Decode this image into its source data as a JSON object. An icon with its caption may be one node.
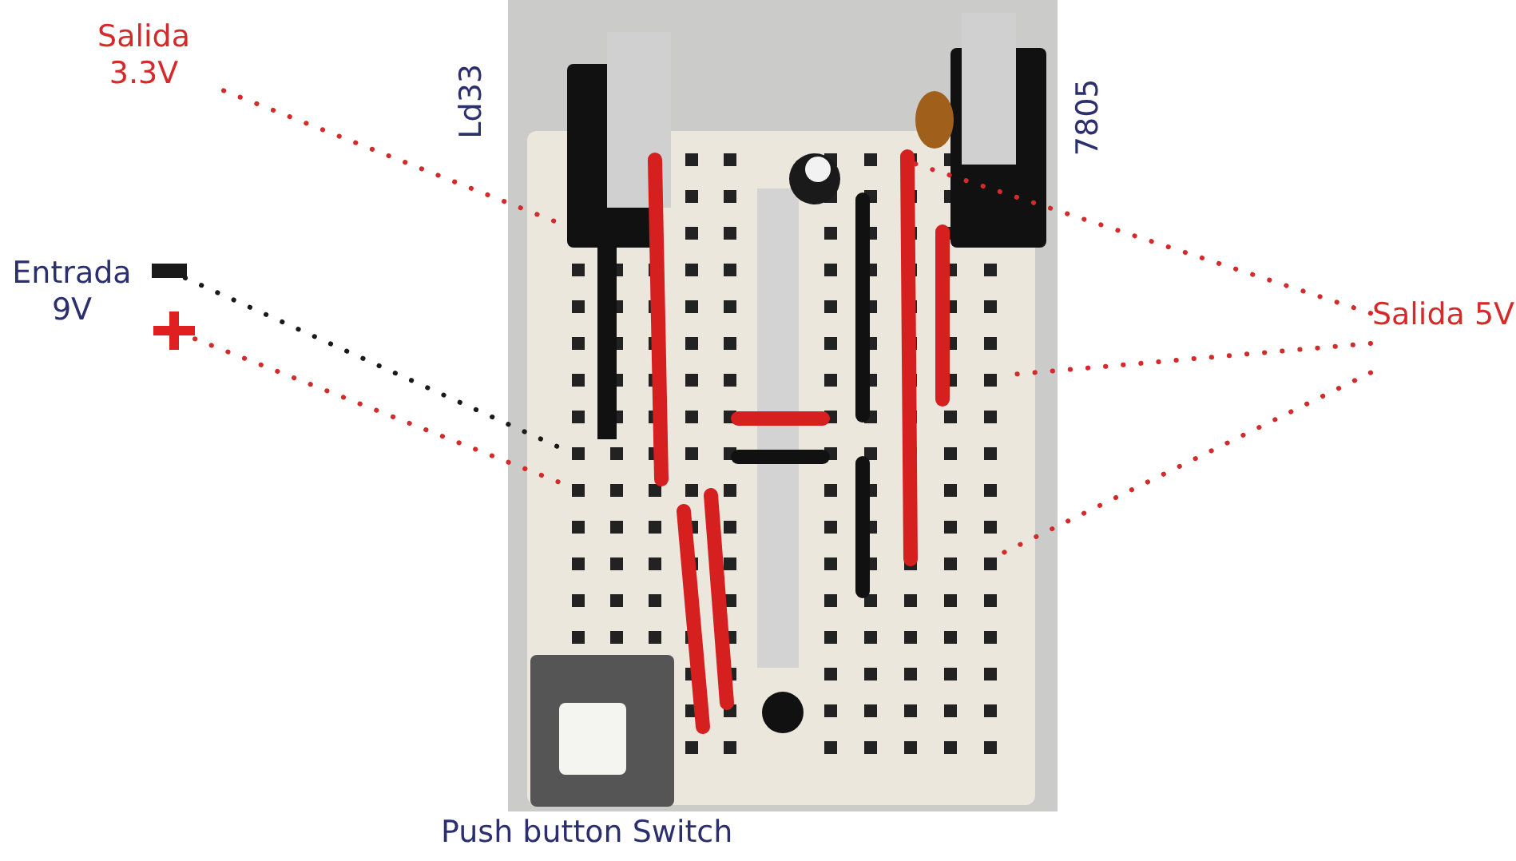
{
  "diagram": {
    "nodes": [
      {
        "text": [
          "Salida 3.3V"
        ]
      },
      {
        "text": [],
        "shape": "bar"
      },
      {
        "text": [],
        "shape": "cross"
      },
      {
        "text": [
          "Salida 5V"
        ]
      }
    ],
    "edges": [
      {
        "from": 0,
        "to": null,
        "arrow": "none",
        "style": "dashed"
      },
      {
        "from": 1,
        "to": null,
        "arrow": "none",
        "style": "dashed",
        "color": "#1a1a1a"
      },
      {
        "from": 2,
        "to": null,
        "arrow": "none",
        "style": "dashed"
      },
      {
        "from": 3,
        "to": null,
        "arrow": "none",
        "style": "dashed"
      },
      {
        "from": 3,
        "to": null,
        "arrow": "none",
        "style": "dashed"
      },
      {
        "from": 3,
        "to": null,
        "arrow": "none",
        "style": "dashed"
      }
    ],
    "labels": [
      "Ld33",
      "7805",
      "Entrada 9V",
      "Push button Switch"
    ]
  }
}
